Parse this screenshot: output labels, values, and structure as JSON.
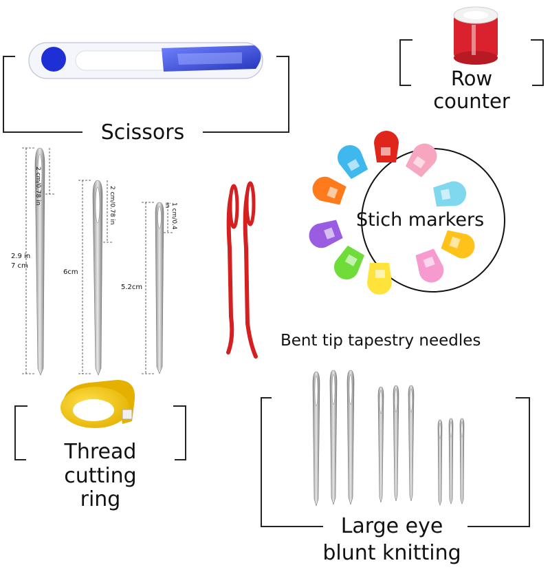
{
  "labels": {
    "scissors": "Scissors",
    "row_counter_1": "Row",
    "row_counter_2": "counter",
    "stich_markers": "Stich markers",
    "bent_tip": "Bent tip tapestry needles",
    "thread_1": "Thread",
    "thread_2": "cutting",
    "thread_3": "ring",
    "large_eye_1": "Large eye",
    "large_eye_2": "blunt knitting"
  },
  "dimensions": {
    "needle1_eye": "2 cm/0.78 in",
    "needle1_length_in": "2.9 in",
    "needle1_length_cm": "7 cm",
    "needle2_eye": "2 cm/0.78 in",
    "needle2_length": "6cm",
    "needle3_eye": "1 cm/0.4 in",
    "needle3_length": "5.2cm"
  },
  "colors": {
    "scissors_blue": "#2a3fd0",
    "scissors_dot": "#1f2fd6",
    "needle_red": "#d42020",
    "ring_yellow": "#f5c800",
    "counter_red": "#d9222e",
    "marker_colors": [
      "#e0251b",
      "#f7a6c0",
      "#7fd8ee",
      "#ffc21a",
      "#f79ad0",
      "#ffe23a",
      "#6fdc3a",
      "#9a5ce0",
      "#ff7a1a",
      "#3fb8ee"
    ]
  }
}
